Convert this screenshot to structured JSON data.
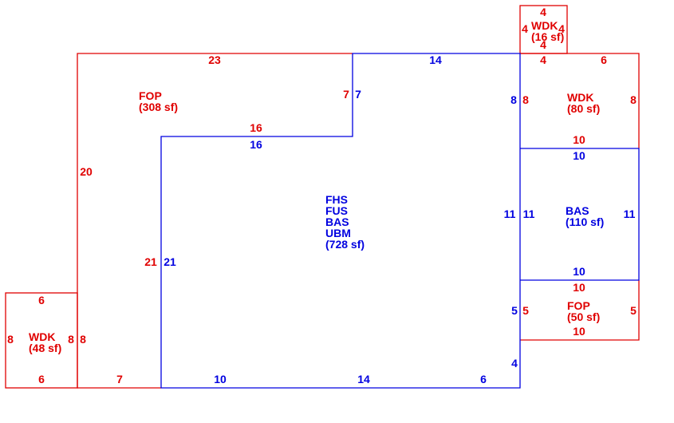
{
  "colors": {
    "exterior": "#e00000",
    "living": "#0000e0",
    "background": "#ffffff"
  },
  "areas": {
    "main": {
      "codes": [
        "FHS",
        "FUS",
        "BAS",
        "UBM"
      ],
      "area": "(728 sf)"
    },
    "fop_large": {
      "code": "FOP",
      "area": "(308 sf)"
    },
    "fop_small": {
      "code": "FOP",
      "area": "(50 sf)"
    },
    "bas_right": {
      "code": "BAS",
      "area": "(110 sf)"
    },
    "wdk_right": {
      "code": "WDK",
      "area": "(80 sf)"
    },
    "wdk_top": {
      "code": "WDK",
      "area": "(16 sf)"
    },
    "wdk_left": {
      "code": "WDK",
      "area": "(48 sf)"
    }
  },
  "dimensions": {
    "fop_top": "23",
    "fop_inner_right": "7",
    "fop_inner_bottom": "16",
    "fop_left": "20",
    "fop_lower_left": "21",
    "fop_bottom": "7",
    "main_top": "14",
    "main_step_right": "7",
    "main_step_top": "16",
    "main_left": "21",
    "main_bottom_a": "10",
    "main_bottom_b": "14",
    "main_bottom_c": "6",
    "main_right_upper": "8",
    "main_right_mid": "11",
    "main_right_lower": "5",
    "main_right_bottom": "4",
    "wdk_right_left": "8",
    "wdk_right_right": "8",
    "wdk_right_top_a": "4",
    "wdk_right_top_b": "6",
    "wdk_right_bottom": "10",
    "bas_top": "10",
    "bas_left": "11",
    "bas_right": "11",
    "bas_bottom": "10",
    "fop_small_top": "10",
    "fop_small_left": "5",
    "fop_small_right": "5",
    "fop_small_bottom": "10",
    "wdk_top_top": "4",
    "wdk_top_left": "4",
    "wdk_top_right": "4",
    "wdk_top_bottom": "4",
    "wdk_left_top": "6",
    "wdk_left_left": "8",
    "wdk_left_right": "8",
    "wdk_left_bottom": "6"
  }
}
